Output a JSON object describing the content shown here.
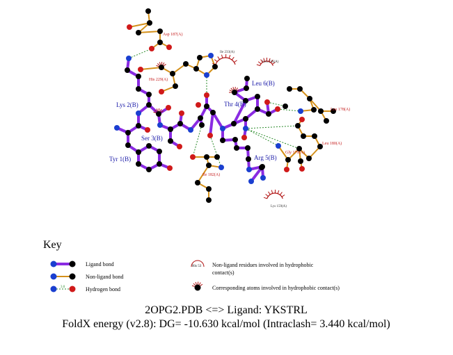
{
  "ligand_labels": [
    "Lys 2(B)",
    "Ser 3(B)",
    "Tyr 1(B)",
    "Thr 4(B)",
    "Leu 6(B)",
    "Arg 5(B)"
  ],
  "protein_labels": [
    "Asp 187(A)",
    "His 229(A)",
    "Leu 178(A)",
    "Leu 180(A)",
    "Gly 179(A)",
    "Ile 182(A)"
  ],
  "hydrophobic_labels": [
    "Ile 233(A)",
    "Leu 236(A)",
    "Lys 159(A)"
  ],
  "key": {
    "title": "Key",
    "ligand_bond": "Ligand bond",
    "nonligand_bond": "Non-ligand bond",
    "hydrogen_bond": "Hydrogen bond",
    "hbond_distance_sample": "3.0",
    "nonligand_residue_sample": "His 53",
    "nonligand_residues_line1": "Non-ligand residues involved in hydrophobic",
    "nonligand_residues_line2": "contact(s)",
    "corresponding_atoms": "Corresponding atoms involved in hydrophobic contact(s)"
  },
  "caption": {
    "line1": "2OPG2.PDB <=> Ligand: YKSTRL",
    "line2": "FoldX energy (v2.8): DG= -10.630 kcal/mol (Intraclash= 3.440 kcal/mol)"
  },
  "colors": {
    "ligand_bond": "#8a2be2",
    "nonligand_bond": "#d4901a",
    "hbond": "#2a8a2a",
    "carbon": "#000000",
    "nitrogen": "#1a3fd0",
    "oxygen": "#d01a1a",
    "arc": "#b01010"
  }
}
